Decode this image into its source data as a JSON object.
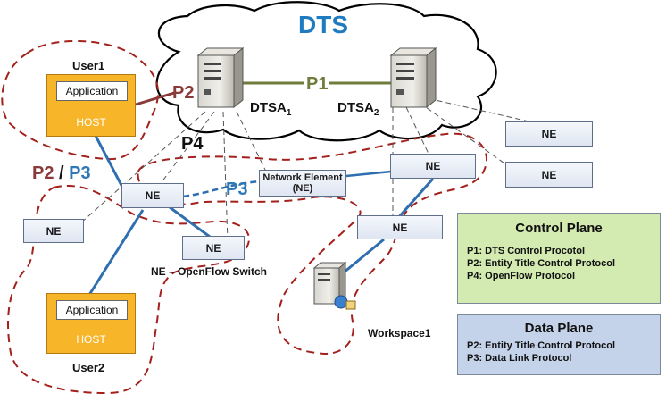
{
  "title": "DTS",
  "links": {
    "p1": "P1",
    "p2": "P2",
    "p4": "P4",
    "p2_sep": "P2",
    "slash": "/",
    "p3_left": "P3",
    "p3_mid": "P3"
  },
  "servers": {
    "dtsa1": {
      "name": "DTSA",
      "sub": "1"
    },
    "dtsa2": {
      "name": "DTSA",
      "sub": "2"
    }
  },
  "users": {
    "user1": {
      "label": "User1",
      "app": "Application",
      "host": "HOST"
    },
    "user2": {
      "label": "User2",
      "app": "Application",
      "host": "HOST"
    }
  },
  "nodes": {
    "ne_main": "NE",
    "ne_left": "NE",
    "ne_openflow": "NE",
    "ne_right_center": "NE",
    "ne_right_lower": "NE",
    "ne_far_top": "NE",
    "ne_far_mid": "NE",
    "network_element": "Network Element (NE)"
  },
  "captions": {
    "openflow": "NE – OpenFlow Switch",
    "workspace": "Workspace1"
  },
  "legend": {
    "control": {
      "title": "Control Plane",
      "items": [
        "P1: DTS Control Procotol",
        "P2: Entity Title Control Protocol",
        "P4: OpenFlow Protocol"
      ]
    },
    "data": {
      "title": "Data Plane",
      "items": [
        "P2: Entity Title Control Protocol",
        "P3: Data Link Protocol"
      ]
    }
  },
  "colors": {
    "control_bg": "#d3ebb1",
    "data_bg": "#c5d3ea",
    "dts_blue": "#1f7bc0",
    "p1_green": "#6e7d3b",
    "p2_red": "#8b3a3a",
    "p3_blue": "#2f78b7",
    "dashed_red": "#a3201c",
    "link_blue": "#2f6fb0",
    "host_orange": "#f7b52a"
  }
}
